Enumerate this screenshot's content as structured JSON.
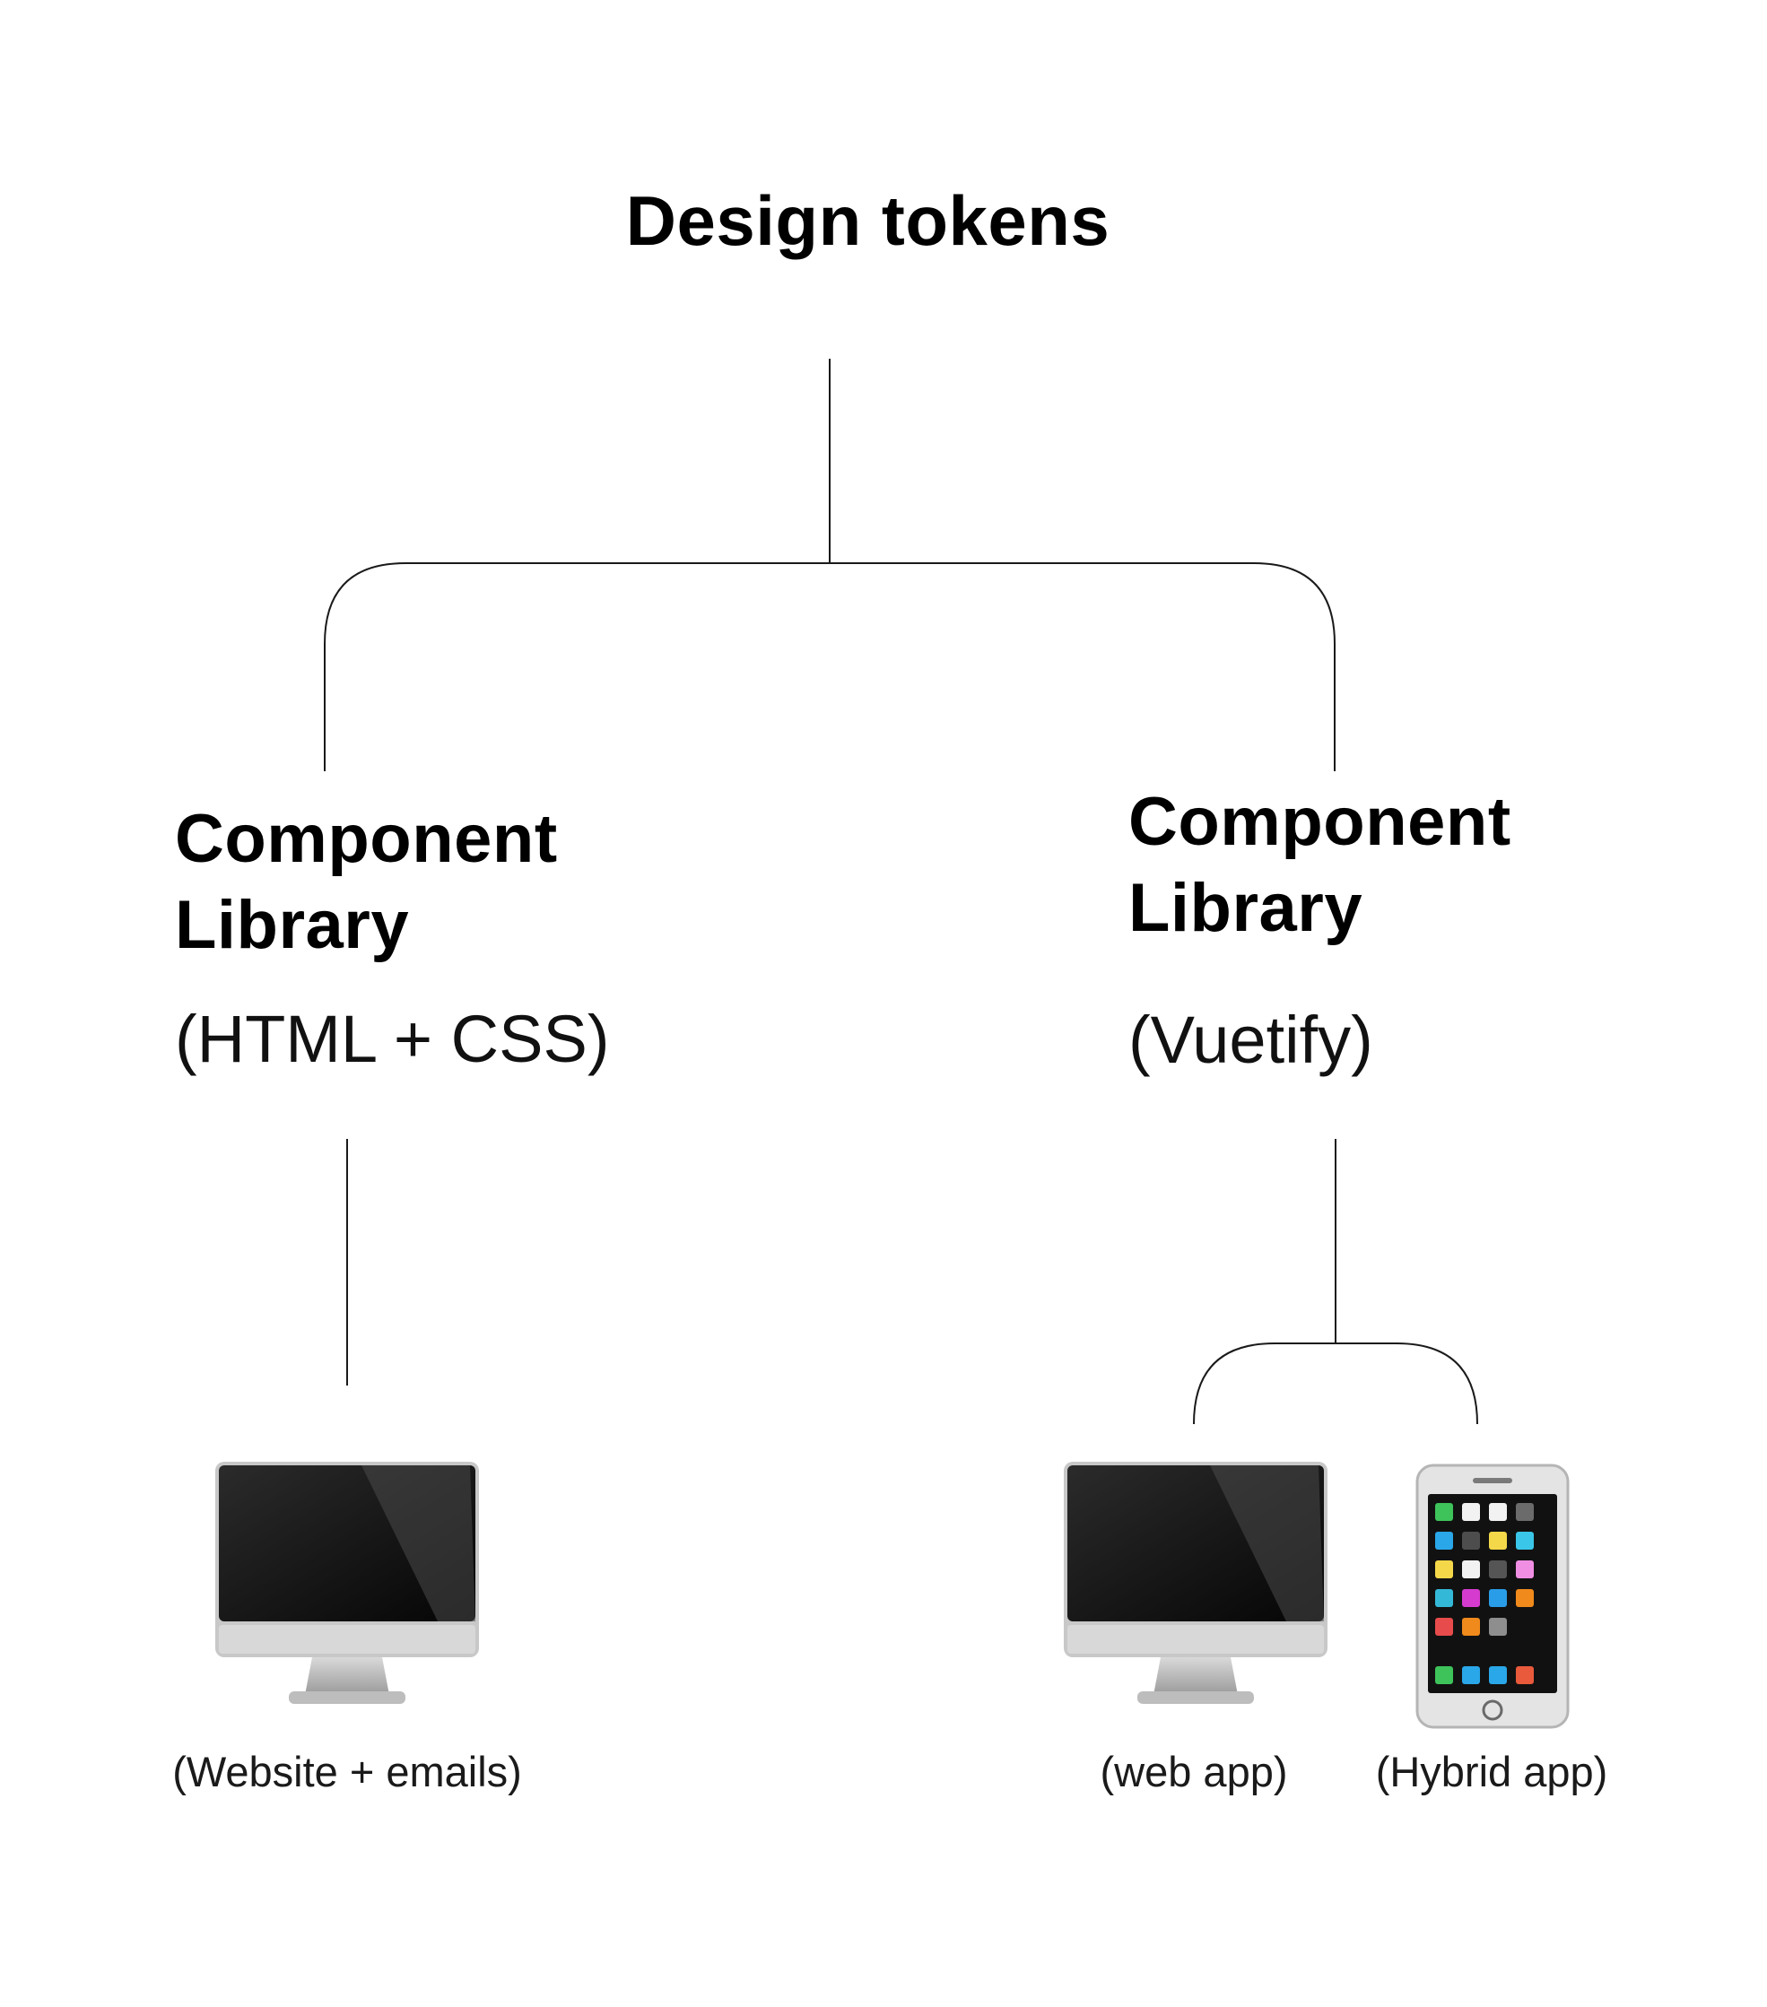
{
  "diagram": {
    "title": "Design tokens",
    "left_library": {
      "title": "Component\nLibrary",
      "subtitle": "(HTML + CSS)",
      "outputs": [
        {
          "icon": "desktop-computer-icon",
          "caption": "(Website + emails)"
        }
      ]
    },
    "right_library": {
      "title": "Component\nLibrary",
      "subtitle": "(Vuetify)",
      "outputs": [
        {
          "icon": "desktop-computer-icon",
          "caption": "(web app)"
        },
        {
          "icon": "mobile-phone-icon",
          "caption": "(Hybrid app)"
        }
      ]
    },
    "colors": {
      "line": "#1a1a1a",
      "text": "#000000",
      "background": "#ffffff"
    }
  }
}
